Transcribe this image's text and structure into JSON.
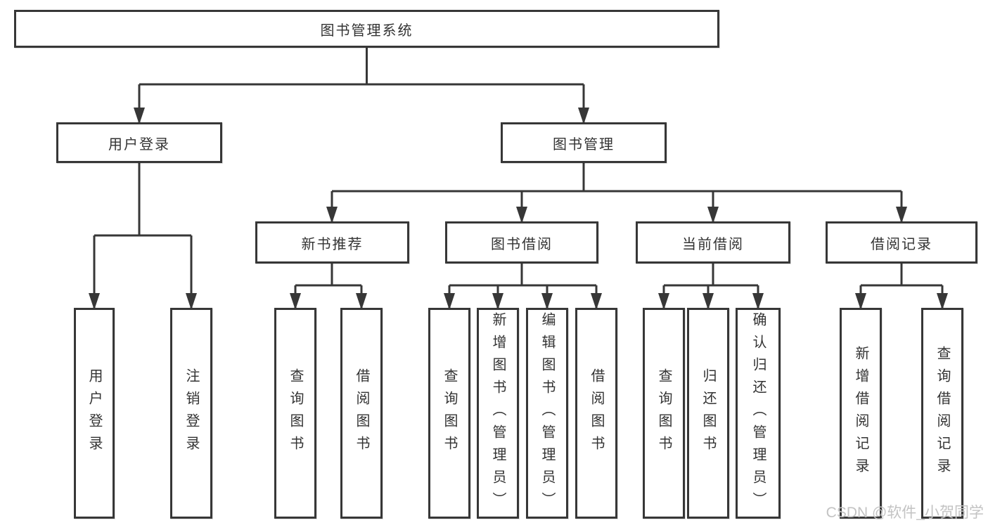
{
  "root": {
    "label": "图书管理系统"
  },
  "level2": [
    {
      "label": "用户登录"
    },
    {
      "label": "图书管理"
    }
  ],
  "level3": [
    {
      "label": "新书推荐"
    },
    {
      "label": "图书借阅"
    },
    {
      "label": "当前借阅"
    },
    {
      "label": "借阅记录"
    }
  ],
  "leaves": {
    "user_login": [
      {
        "label": "用户登录"
      },
      {
        "label": "注销登录"
      }
    ],
    "new_book": [
      {
        "label": "查询图书"
      },
      {
        "label": "借阅图书"
      }
    ],
    "book_borrow": [
      {
        "label": "查询图书"
      },
      {
        "label": "新增图书（管理员）"
      },
      {
        "label": "编辑图书（管理员）"
      },
      {
        "label": "借阅图书"
      }
    ],
    "current_borrow": [
      {
        "label": "查询图书"
      },
      {
        "label": "归还图书"
      },
      {
        "label": "确认归还（管理员）"
      }
    ],
    "borrow_records": [
      {
        "label": "新增借阅记录"
      },
      {
        "label": "查询借阅记录"
      }
    ]
  },
  "watermark": {
    "text": "CSDN @软件_小贺同学"
  },
  "colors": {
    "line": "#373737",
    "text": "#333333",
    "watermark": "#c3c3c3",
    "background": "#ffffff"
  }
}
